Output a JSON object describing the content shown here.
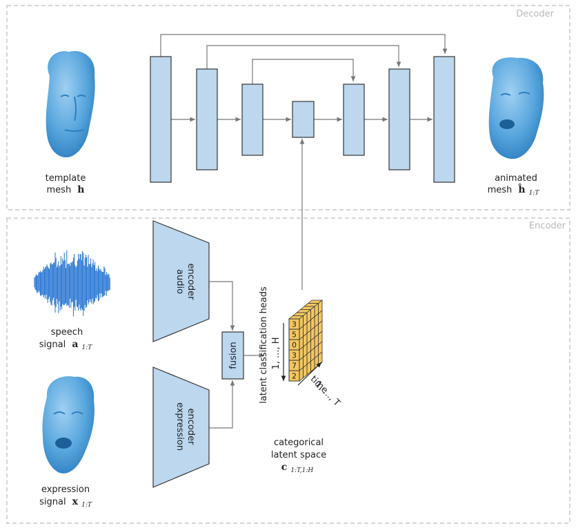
{
  "sections": {
    "decoder_label": "Decoder",
    "encoder_label": "Encoder"
  },
  "inputs": {
    "template_mesh_line1": "template",
    "template_mesh_line2": "mesh",
    "template_mesh_symbol": "h",
    "animated_mesh_line1": "animated",
    "animated_mesh_line2": "mesh",
    "animated_mesh_symbol": "ĥ",
    "animated_mesh_sub": "1:T",
    "speech_line1": "speech",
    "speech_line2": "signal",
    "speech_symbol": "a",
    "speech_sub": "1:T",
    "expression_line1": "expression",
    "expression_line2": "signal",
    "expression_symbol": "x",
    "expression_sub": "1:T"
  },
  "encoders": {
    "audio_line1": "audio",
    "audio_line2": "encoder",
    "expression_line1": "expression",
    "expression_line2": "encoder",
    "fusion": "fusion"
  },
  "latent": {
    "heads_label": "latent classification heads",
    "heads_range": "1, ..., H",
    "time_label": "time",
    "time_range": "1, ..., T",
    "digits": [
      "3",
      "5",
      "0",
      "3",
      "7",
      "2"
    ],
    "space_line1": "categorical",
    "space_line2": "latent space",
    "space_symbol": "c",
    "space_sub": "1:T,1:H"
  },
  "colors": {
    "box_fill": "#bcd7ee",
    "box_stroke": "#333333",
    "cube_fill": "#f3c75f",
    "head_blue": "#5aa7de",
    "wave_blue": "#1f6fd1",
    "dash": "#c8c8c8"
  }
}
